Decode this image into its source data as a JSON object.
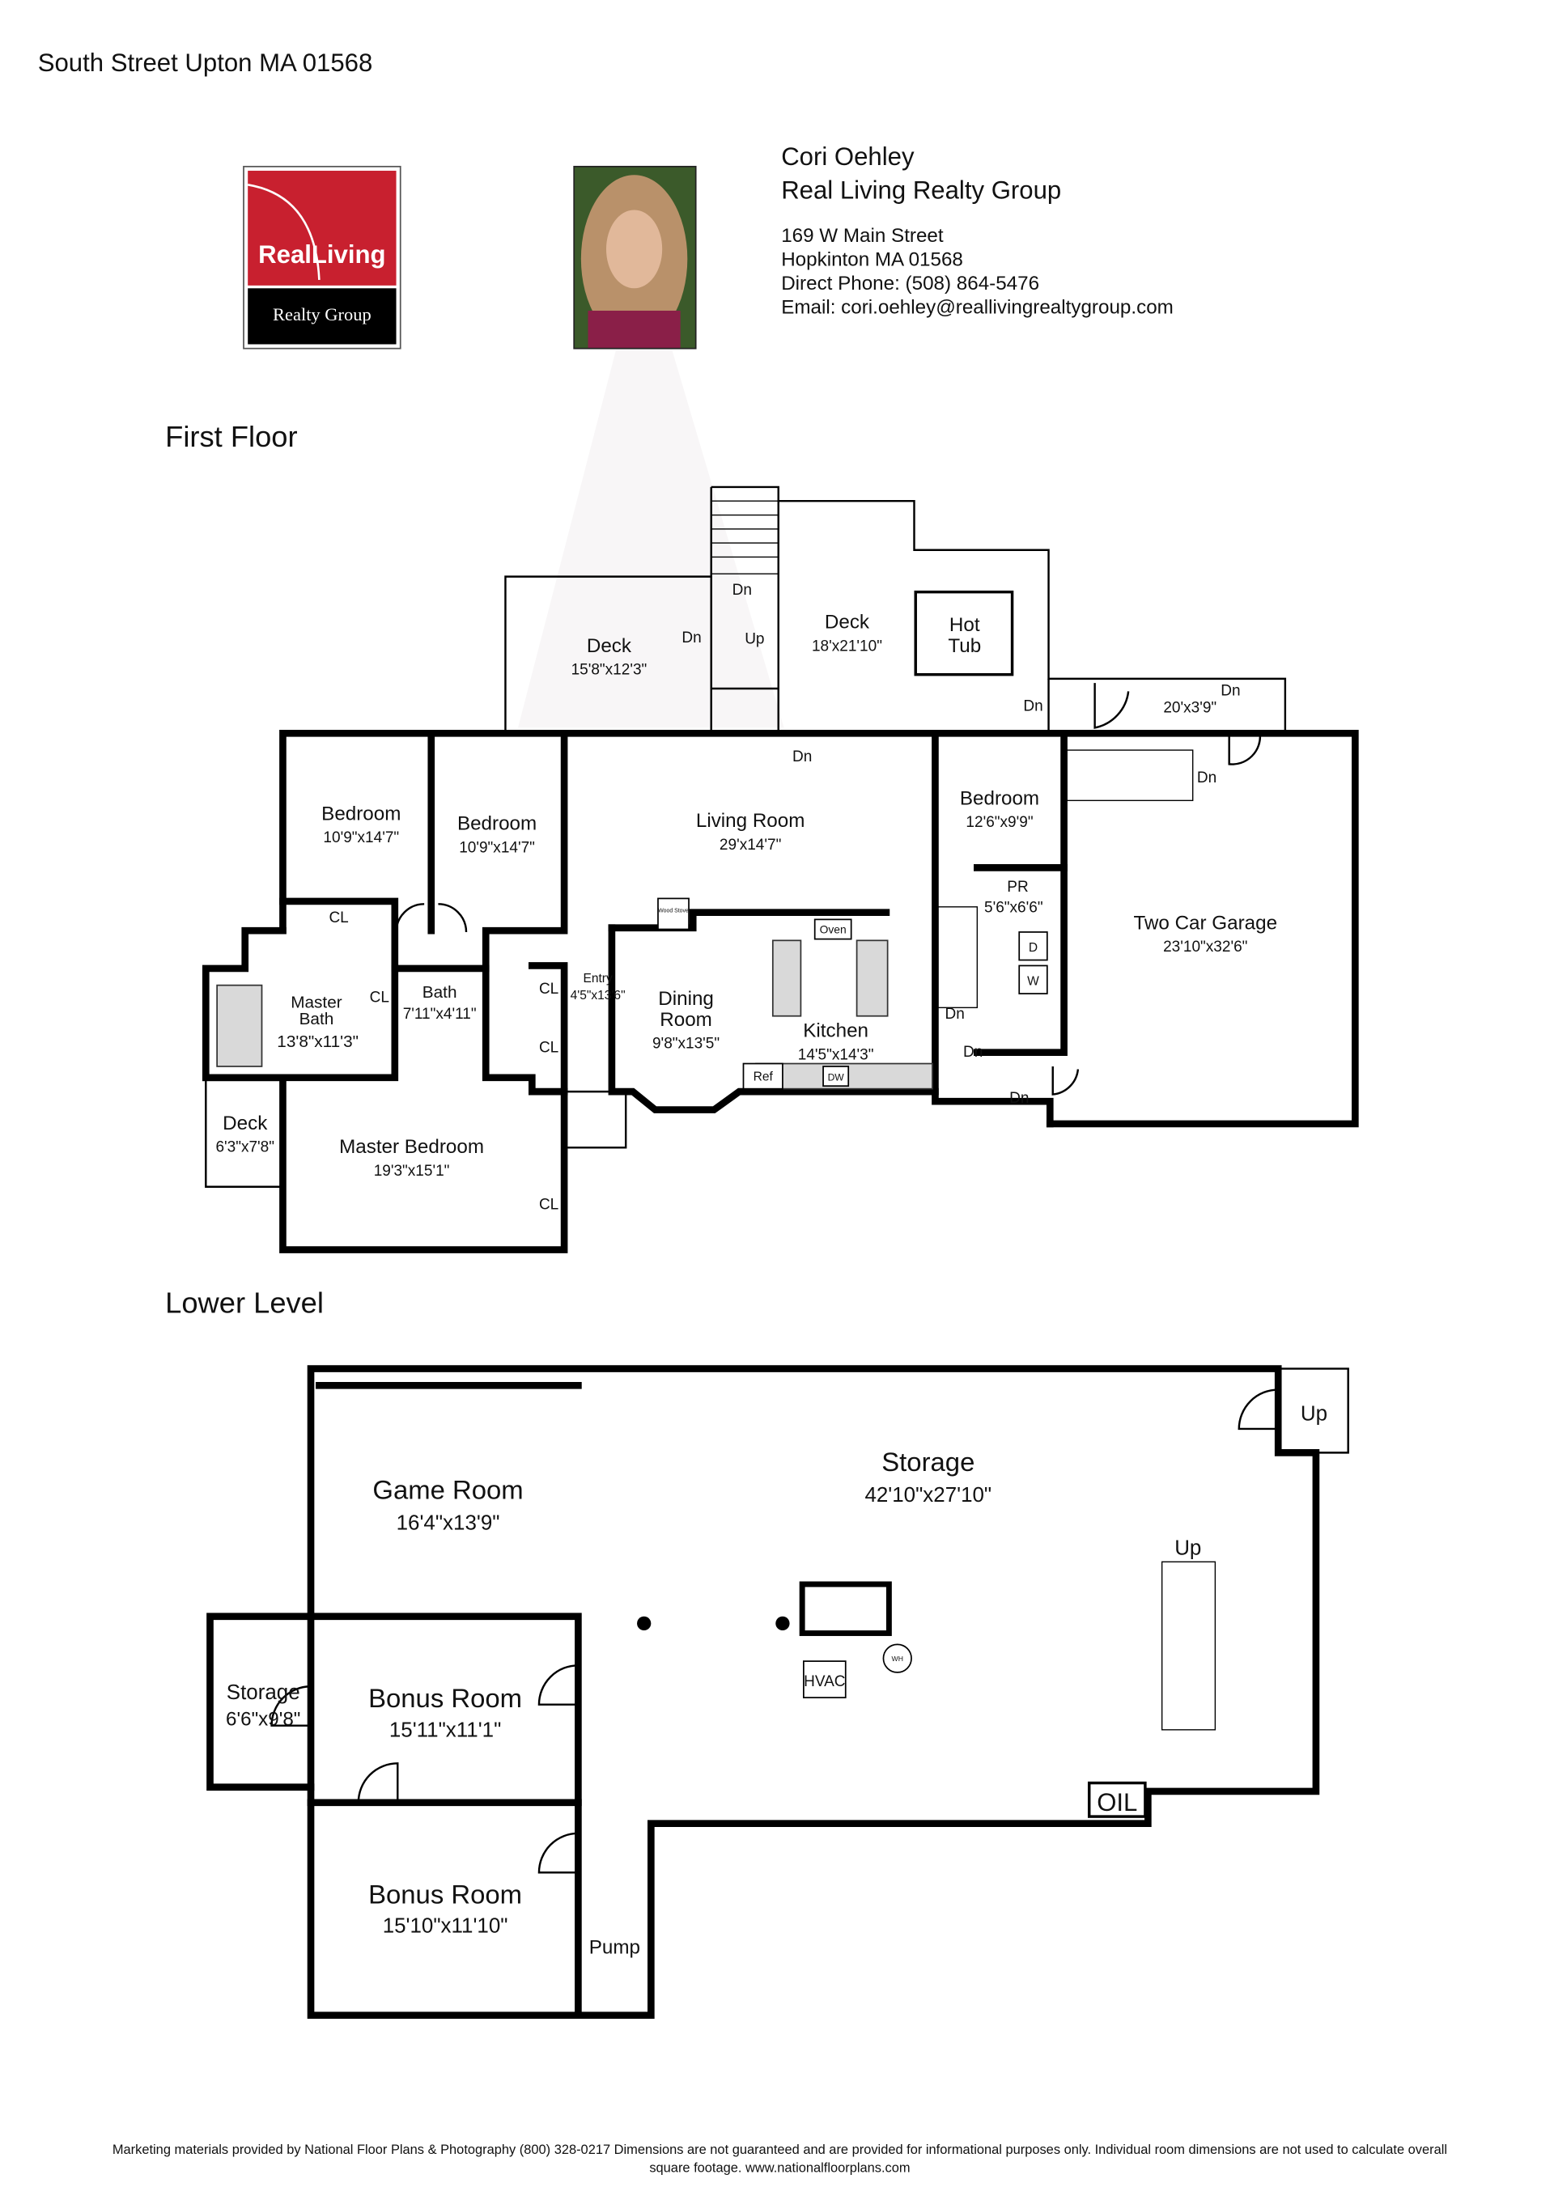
{
  "header": {
    "address": "South Street Upton MA 01568"
  },
  "logo": {
    "brand": "RealLiving",
    "sub": "Realty Group",
    "color": "#c8202f"
  },
  "agent": {
    "name": "Cori Oehley",
    "company": "Real Living Realty Group",
    "street": "169 W Main Street",
    "city": "Hopkinton MA 01568",
    "phone": "Direct Phone: (508) 864-5476",
    "email": "Email: cori.oehley@reallivingrealtygroup.com"
  },
  "first_floor": {
    "title": "First Floor",
    "rooms": [
      {
        "name": "Deck",
        "dims": "15'8\"x12'3\""
      },
      {
        "name": "Deck",
        "dims": "18'x21'10\""
      },
      {
        "name": "Hot",
        "dims": "Tub"
      },
      {
        "name": "",
        "dims": "20'x3'9\""
      },
      {
        "name": "Bedroom",
        "dims": "10'9\"x14'7\""
      },
      {
        "name": "Bedroom",
        "dims": "10'9\"x14'7\""
      },
      {
        "name": "Living Room",
        "dims": "29'x14'7\""
      },
      {
        "name": "Bedroom",
        "dims": "12'6\"x9'9\""
      },
      {
        "name": "Two Car Garage",
        "dims": "23'10\"x32'6\""
      },
      {
        "name": "PR",
        "dims": "5'6\"x6'6\""
      },
      {
        "name": "Master",
        "dims": "Bath"
      },
      {
        "name": "13'8\"x11'3\"",
        "dims": ""
      },
      {
        "name": "Bath",
        "dims": "7'11\"x4'11\""
      },
      {
        "name": "Entry",
        "dims": "4'5\"x13'6\""
      },
      {
        "name": "Dining",
        "dims": "Room"
      },
      {
        "name": "9'8\"x13'5\"",
        "dims": ""
      },
      {
        "name": "Kitchen",
        "dims": "14'5\"x14'3\""
      },
      {
        "name": "Deck",
        "dims": "6'3\"x7'8\""
      },
      {
        "name": "Master Bedroom",
        "dims": "19'3\"x15'1\""
      }
    ],
    "labels": {
      "dn": "Dn",
      "up": "Up",
      "cl": "CL",
      "oven": "Oven",
      "ref": "Ref",
      "dw": "DW",
      "d": "D",
      "w": "W",
      "wood_stove": "Wood Stove"
    }
  },
  "lower_level": {
    "title": "Lower Level",
    "rooms": [
      {
        "name": "Game Room",
        "dims": "16'4\"x13'9\""
      },
      {
        "name": "Storage",
        "dims": "42'10\"x27'10\""
      },
      {
        "name": "Storage",
        "dims": "6'6\"x9'8\""
      },
      {
        "name": "Bonus Room",
        "dims": "15'11\"x11'1\""
      },
      {
        "name": "Bonus Room",
        "dims": "15'10\"x11'10\""
      }
    ],
    "labels": {
      "up": "Up",
      "hvac": "HVAC",
      "wh": "WH",
      "oil": "OIL",
      "pump": "Pump"
    }
  },
  "footer": {
    "line1": "Marketing materials provided by National Floor Plans & Photography (800) 328-0217 Dimensions are not guaranteed and are provided for informational purposes only. Individual room dimensions are not used to calculate overall",
    "line2": "square footage. www.nationalfloorplans.com"
  }
}
